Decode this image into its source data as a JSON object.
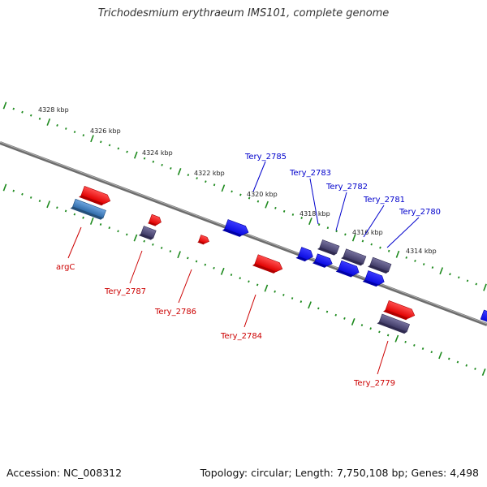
{
  "title": "Trichodesmium erythraeum IMS101, complete genome",
  "footer": {
    "accession": "Accession: NC_008312",
    "summary": "Topology: circular; Length: 7,750,108 bp; Genes: 4,498"
  },
  "colors": {
    "backbone": "#888888",
    "ticks": "#1e8a1e",
    "forward_gene": "#1a1aff",
    "reverse_gene": "#ff1a1a",
    "other_feature": "#55507f",
    "rna_feature": "#4a86c8",
    "forward_label": "#0000cc",
    "reverse_label": "#cc0000"
  },
  "scale_labels": [
    "4328 kbp",
    "4326 kbp",
    "4324 kbp",
    "4322 kbp",
    "4320 kbp",
    "4318 kbp",
    "4316 kbp",
    "4314 kbp"
  ],
  "forward_genes": [
    "Tery_2785",
    "Tery_2783",
    "Tery_2782",
    "Tery_2781",
    "Tery_2780"
  ],
  "reverse_genes": [
    "argC",
    "Tery_2787",
    "Tery_2786",
    "Tery_2784",
    "Tery_2779"
  ]
}
